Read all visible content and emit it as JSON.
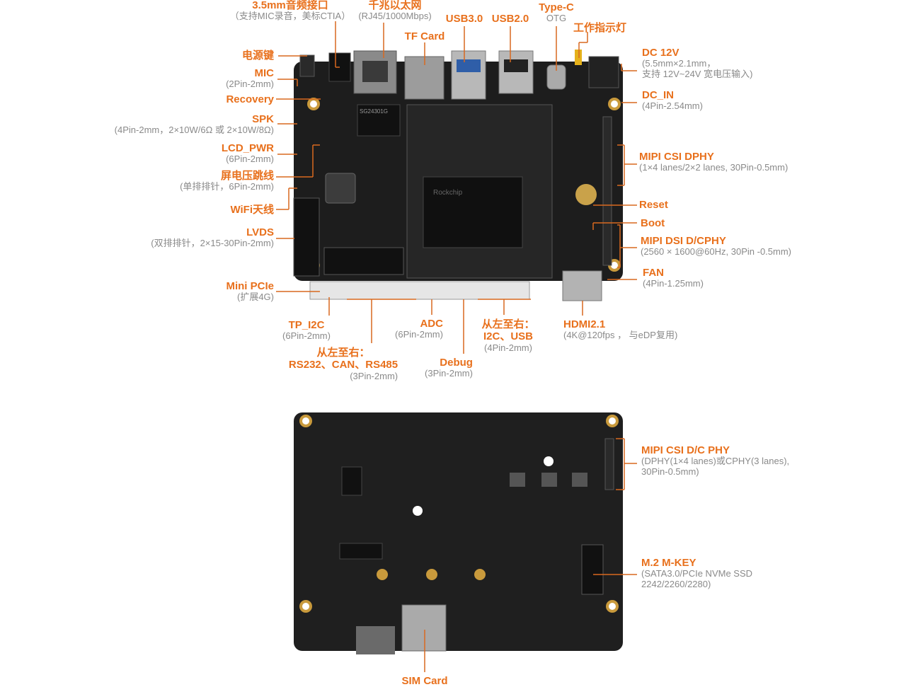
{
  "colors": {
    "accent": "#e8701c",
    "sub_text": "#8a8a8a",
    "board": "#1e1e1e",
    "leader": "#d9691f"
  },
  "board_silkscreen": {
    "chip_marking": "SG24301G",
    "soc_logo": "Rockchip"
  },
  "top_labels": [
    {
      "id": "audio-jack",
      "title": "3.5mm音频接口",
      "sub": "（支持MIC录音，美标CTIA）"
    },
    {
      "id": "ethernet",
      "title": "千兆以太网",
      "sub": "(RJ45/1000Mbps)"
    },
    {
      "id": "tf-card",
      "title": "TF Card",
      "sub": ""
    },
    {
      "id": "usb3",
      "title": "USB3.0",
      "sub": ""
    },
    {
      "id": "usb2",
      "title": "USB2.0",
      "sub": ""
    },
    {
      "id": "type-c",
      "title": "Type-C",
      "sub": "OTG"
    },
    {
      "id": "status-led",
      "title": "工作指示灯",
      "sub": ""
    }
  ],
  "left_labels": [
    {
      "id": "power-key",
      "title": "电源键",
      "sub": ""
    },
    {
      "id": "mic",
      "title": "MIC",
      "sub": "(2Pin-2mm)"
    },
    {
      "id": "recovery",
      "title": "Recovery",
      "sub": ""
    },
    {
      "id": "spk",
      "title": "SPK",
      "sub": "(4Pin-2mm，2×10W/6Ω 或 2×10W/8Ω)"
    },
    {
      "id": "lcd-pwr",
      "title": "LCD_PWR",
      "sub": "(6Pin-2mm)"
    },
    {
      "id": "screen-jumper",
      "title": "屏电压跳线",
      "sub": "(单排排针，6Pin-2mm)"
    },
    {
      "id": "wifi-antenna",
      "title": "WiFi天线",
      "sub": ""
    },
    {
      "id": "lvds",
      "title": "LVDS",
      "sub": "(双排排针，2×15-30Pin-2mm)"
    },
    {
      "id": "mini-pcie",
      "title": "Mini PCIe",
      "sub": "(扩展4G)"
    }
  ],
  "right_labels": [
    {
      "id": "dc-12v",
      "title": "DC 12V",
      "sub": "(5.5mm×2.1mm，",
      "sub2": "支持 12V~24V 宽电压输入)"
    },
    {
      "id": "dc-in",
      "title": "DC_IN",
      "sub": "(4Pin-2.54mm)"
    },
    {
      "id": "mipi-csi-dphy",
      "title": "MIPI CSI DPHY",
      "sub": "(1×4 lanes/2×2 lanes, 30Pin-0.5mm)"
    },
    {
      "id": "reset",
      "title": "Reset",
      "sub": ""
    },
    {
      "id": "boot",
      "title": "Boot",
      "sub": ""
    },
    {
      "id": "mipi-dsi",
      "title": "MIPI DSI D/CPHY",
      "sub": "(2560 × 1600@60Hz, 30Pin -0.5mm)"
    },
    {
      "id": "fan",
      "title": "FAN",
      "sub": "(4Pin-1.25mm)"
    }
  ],
  "bottom_labels": [
    {
      "id": "tp-i2c",
      "title": "TP_I2C",
      "sub": "(6Pin-2mm)"
    },
    {
      "id": "serial",
      "title": "从左至右：",
      "title2": "RS232、CAN、RS485",
      "sub": "(3Pin-2mm)"
    },
    {
      "id": "adc",
      "title": "ADC",
      "sub": "(6Pin-2mm)"
    },
    {
      "id": "debug",
      "title": "Debug",
      "sub": "(3Pin-2mm)"
    },
    {
      "id": "i2c-usb",
      "title": "从左至右：",
      "title2": "I2C、USB",
      "sub": "(4Pin-2mm)"
    },
    {
      "id": "hdmi",
      "title": "HDMI2.1",
      "sub": "(4K@120fps ， 与eDP复用)"
    }
  ],
  "back_labels": [
    {
      "id": "mipi-csi-dcphy",
      "title": "MIPI CSI D/C  PHY",
      "sub": "(DPHY(1×4 lanes)或CPHY(3 lanes),",
      "sub2": "30Pin-0.5mm)"
    },
    {
      "id": "m2-mkey",
      "title": "M.2 M-KEY",
      "sub": "(SATA3.0/PCIe  NVMe SSD",
      "sub2": "2242/2260/2280)"
    },
    {
      "id": "sim-card",
      "title": "SIM Card",
      "sub": ""
    }
  ]
}
